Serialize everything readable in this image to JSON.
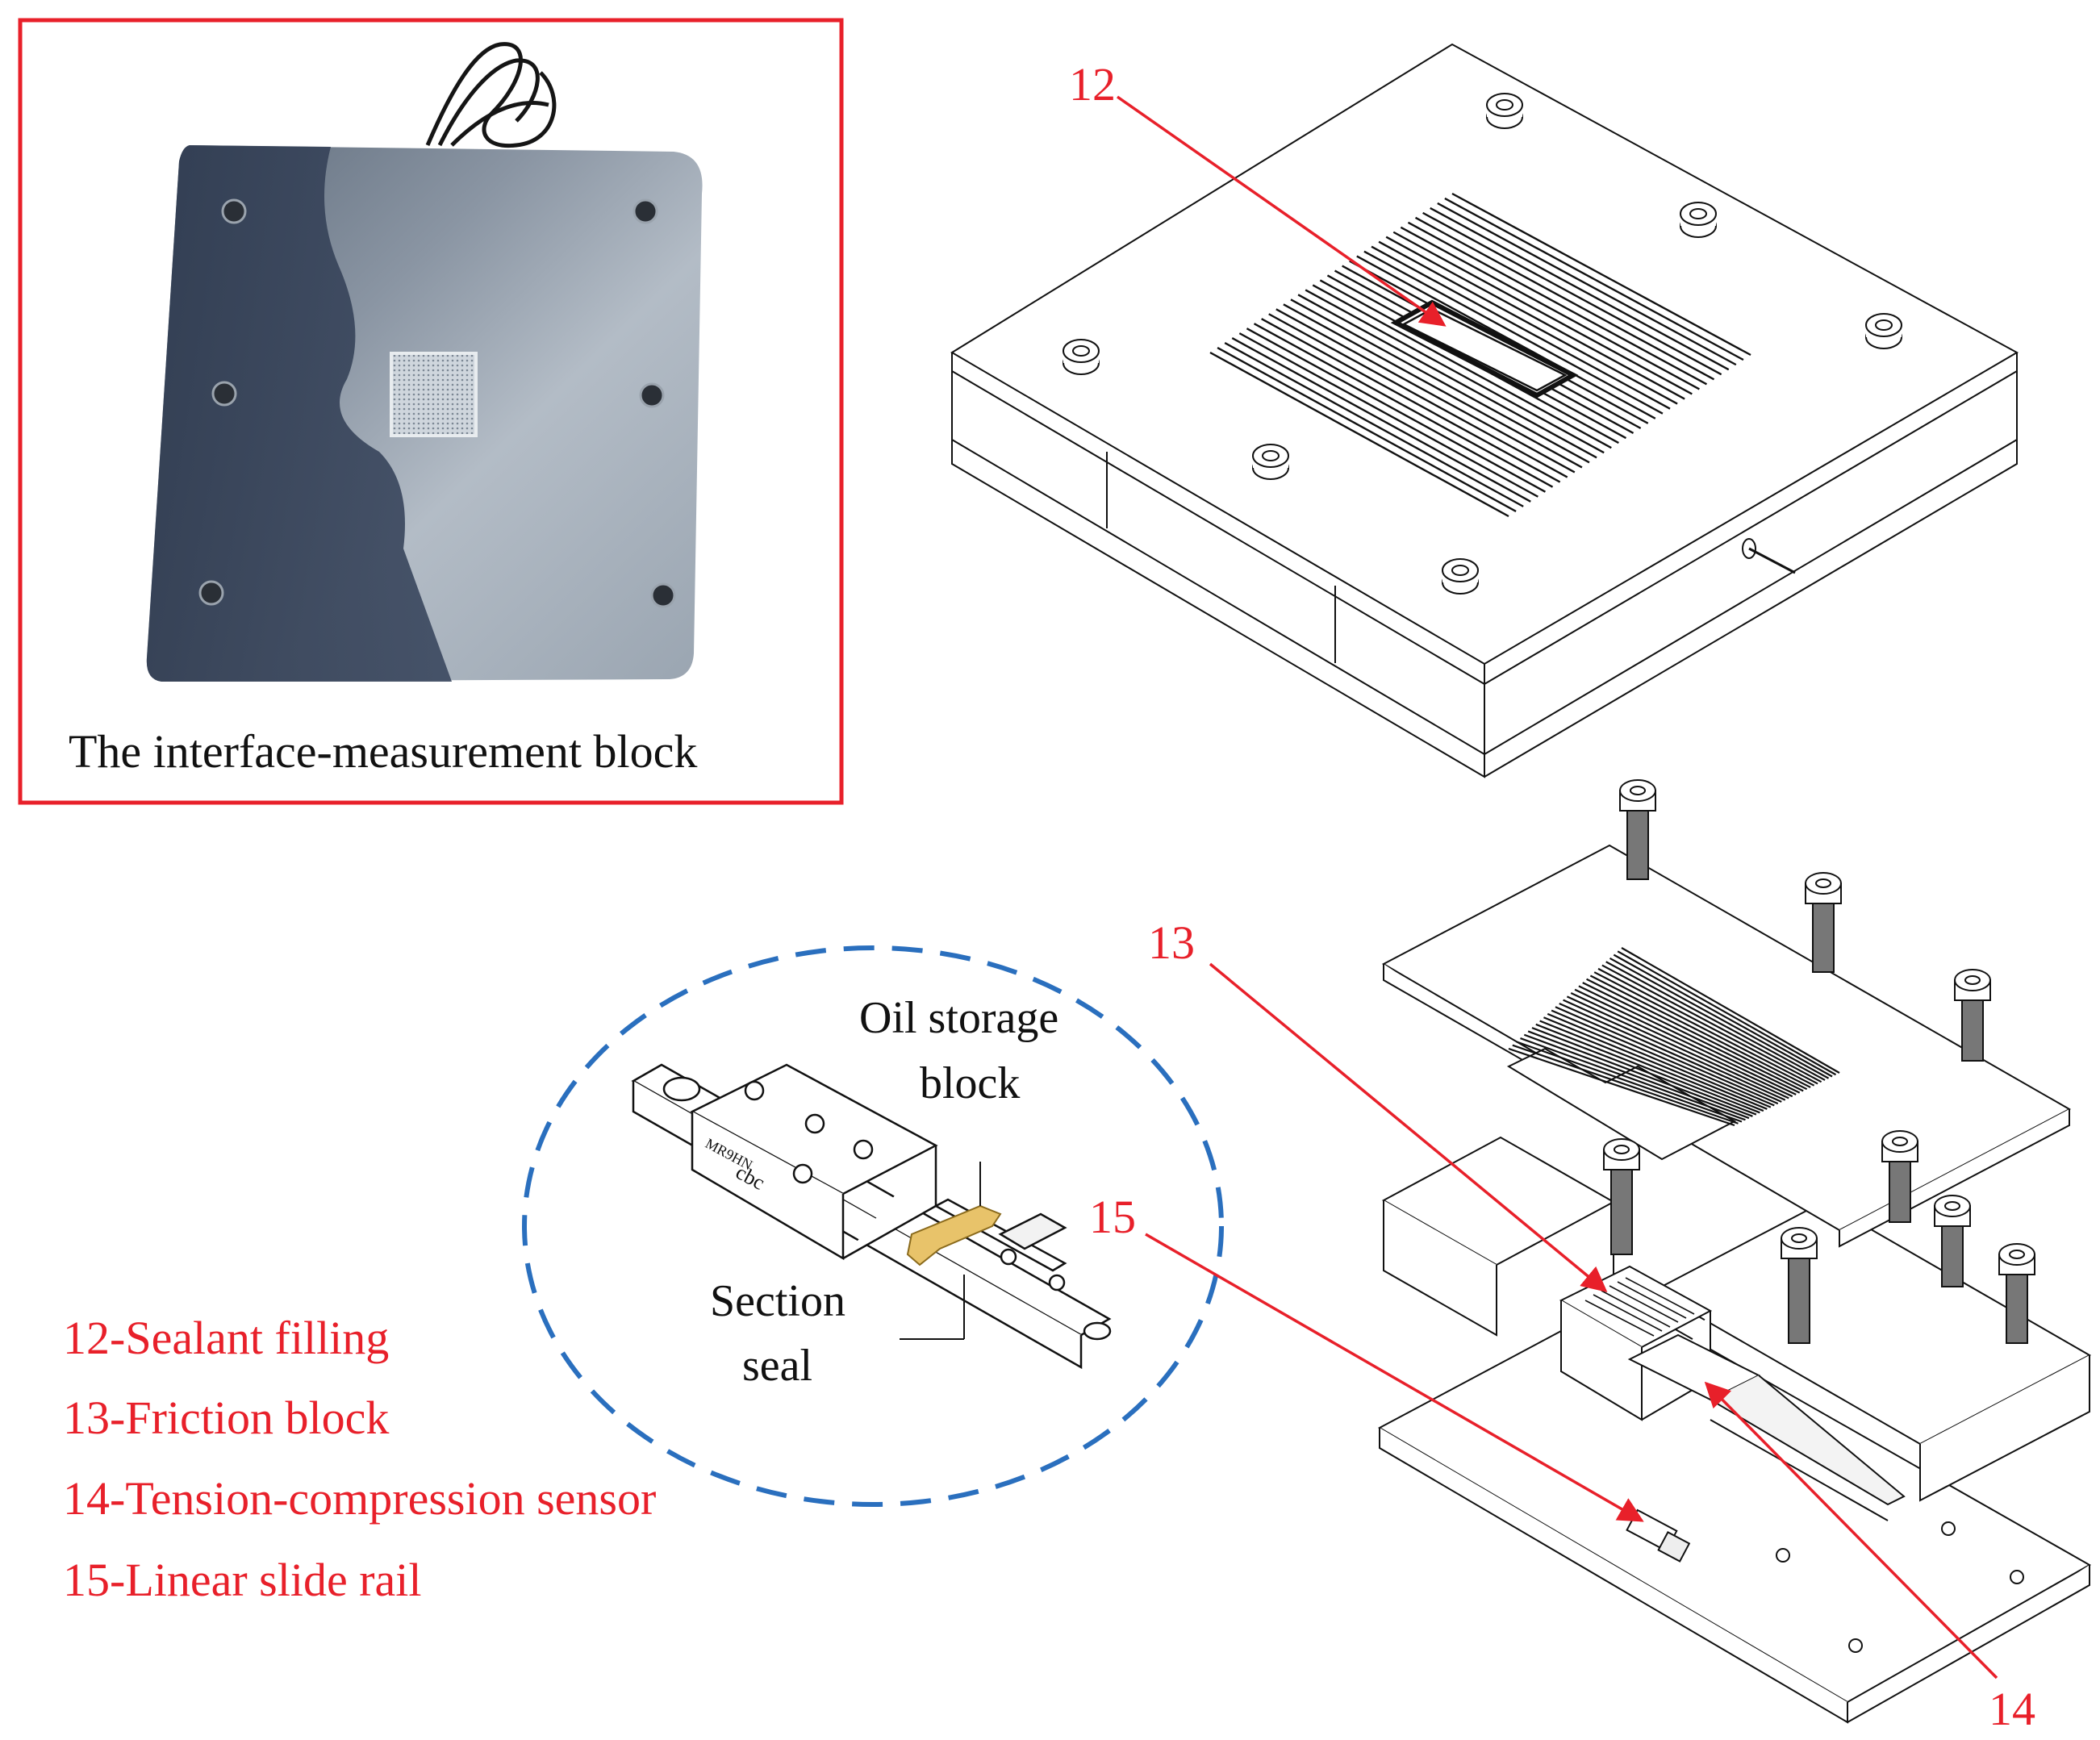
{
  "photo_panel": {
    "caption": "The interface-measurement block",
    "frame_color": "#e8202a"
  },
  "callouts": {
    "c12": "12",
    "c13": "13",
    "c14": "14",
    "c15": "15"
  },
  "detail_view": {
    "oil_storage_line1": "Oil storage",
    "oil_storage_line2": "block",
    "section_line1": "Section",
    "section_line2": "seal",
    "rail_marking_1": "cbc",
    "rail_marking_2": "MR9HN",
    "circle_color": "#2a6fbe"
  },
  "legend": [
    "12-Sealant filling",
    "13-Friction block",
    "14-Tension-compression sensor",
    "15-Linear slide rail"
  ],
  "colors": {
    "annotation": "#e8202a",
    "line_art": "#111111",
    "seal_gold": "#e8c36a"
  }
}
